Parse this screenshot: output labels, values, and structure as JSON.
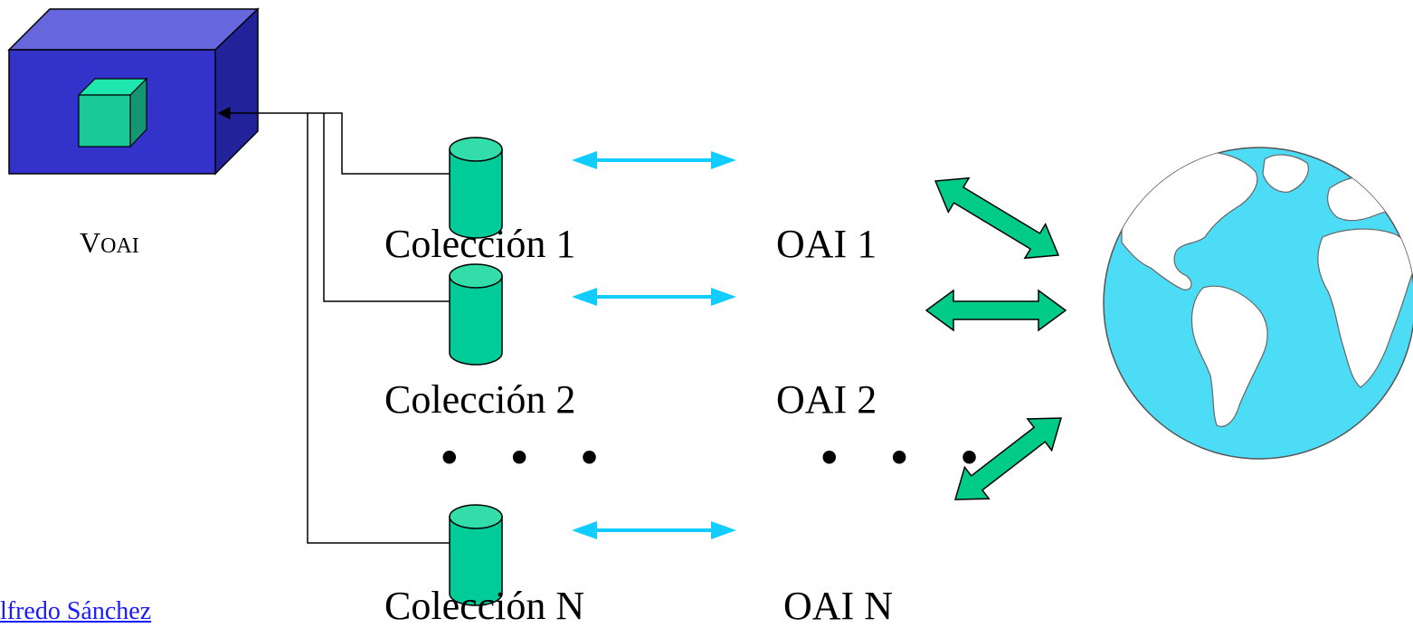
{
  "voai": {
    "label_first": "V",
    "label_rest": "OAI"
  },
  "collections": [
    {
      "label": "Colección 1"
    },
    {
      "label": "Colección 2"
    },
    {
      "label": "Colección N"
    }
  ],
  "oai": [
    {
      "label": "OAI 1"
    },
    {
      "label": "OAI 2"
    },
    {
      "label": "OAI N"
    }
  ],
  "ellipsis": "• • •",
  "author": "lfredo Sánchez",
  "colors": {
    "box_front": "#3333cc",
    "box_top": "#6666dd",
    "box_side": "#22229a",
    "cube": "#19c997",
    "cylinder": "#00cc99",
    "cylinder_top": "#33ddaa",
    "blue_arrow": "#11ccff",
    "green_arrow": "#00cc88",
    "globe_ocean": "#4ddcf5",
    "land": "#ffffff",
    "author_link": "#1a1aff"
  }
}
